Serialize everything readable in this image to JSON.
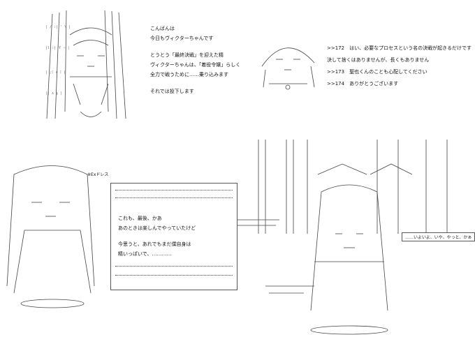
{
  "intro": {
    "line1": "こんばんは",
    "line2": "今日もヴィクターちゃんです",
    "line3": "とうとう「最終決戦」を迎えた精",
    "line4": "ヴィクターちゃんは、「着役令嬢」らしく",
    "line5": "全力で戦うために……乗り込みます",
    "line6": "それでは投下します"
  },
  "replies": [
    ">>172　はい、必要なプロセスという名の決戦が起きるだけです",
    "決して捨くはありませんが、長くもありません",
    ">>173　聖也くんのことも心配してください",
    ">>174　ありがとうございます"
  ],
  "dress_label": "※Exドレス",
  "dialog": {
    "line1": "これも、最後、かあ",
    "line2": "あのときは楽しんでやっていたけど",
    "line3": "今思うと、あれでもまだ僕自身は",
    "line4": "精いっぱいで、…………"
  },
  "speech": "……いよいよ、いや、やっと、かぁ"
}
